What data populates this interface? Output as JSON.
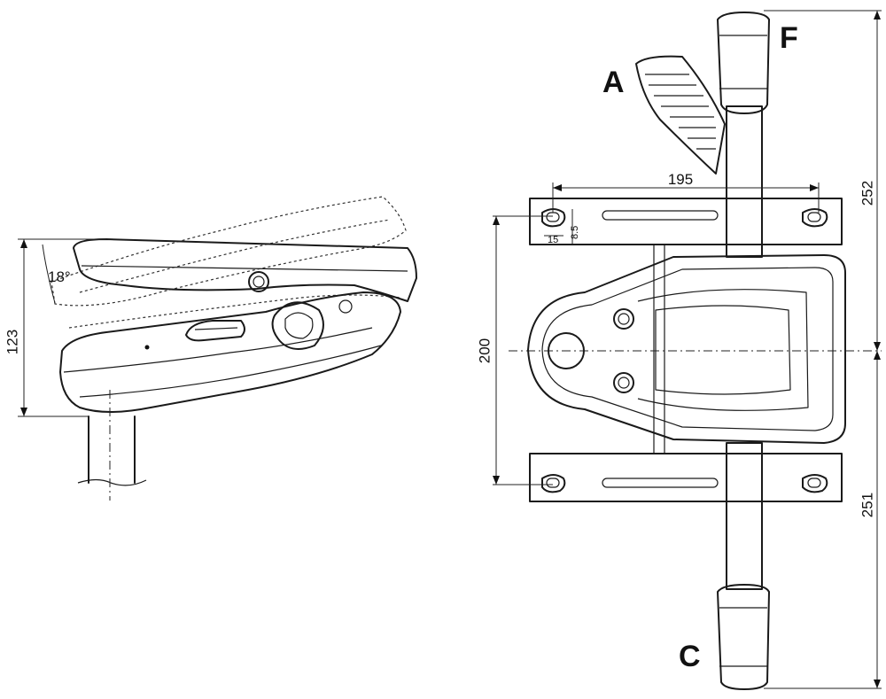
{
  "labels": {
    "lever_a": "A",
    "lever_f": "F",
    "lever_c": "C"
  },
  "dimensions": {
    "height_123": "123",
    "tilt_angle": "18°",
    "width_195": "195",
    "depth_200": "200",
    "upper_252": "252",
    "lower_251": "251",
    "slot_15": "15",
    "slot_8_5": "8.5"
  },
  "colors": {
    "line": "#1a1a1a",
    "background": "#ffffff"
  }
}
